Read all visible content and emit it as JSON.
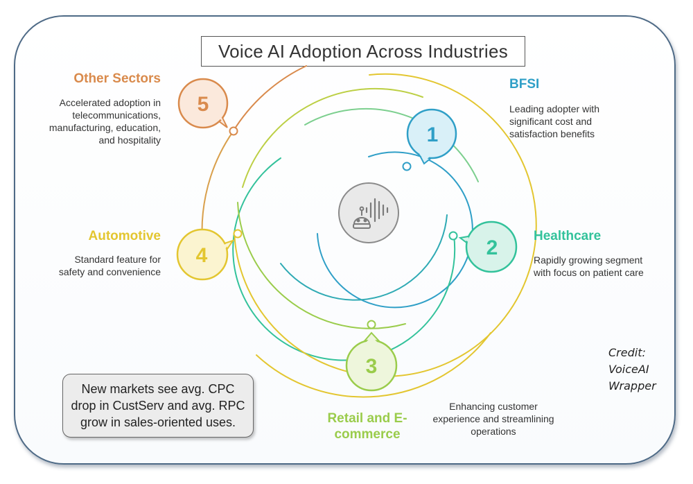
{
  "title": "Voice AI Adoption Across Industries",
  "center_icon": "voice-robot-icon",
  "colors": {
    "blue": "#2f9fc7",
    "teal": "#33c29b",
    "green": "#9acc4b",
    "yellow": "#e3c630",
    "orange": "#d98a4c",
    "border": "#4e6a86"
  },
  "stages": [
    {
      "number": "1",
      "heading": "BFSI",
      "description": [
        "Leading adopter with",
        "significant cost and",
        "satisfaction benefits"
      ],
      "color": "#2f9fc7"
    },
    {
      "number": "2",
      "heading": "Healthcare",
      "description": [
        "Rapidly growing segment",
        "with focus on patient care"
      ],
      "color": "#33c29b"
    },
    {
      "number": "3",
      "heading": [
        "Retail and E-",
        "commerce"
      ],
      "description": [
        "Enhancing customer",
        "experience and streamlining",
        "operations"
      ],
      "color": "#9acc4b"
    },
    {
      "number": "4",
      "heading": "Automotive",
      "description": [
        "Standard feature for",
        "safety and convenience"
      ],
      "color": "#e3c630"
    },
    {
      "number": "5",
      "heading": "Other Sectors",
      "description": [
        "Accelerated adoption in",
        "telecommunications,",
        "manufacturing, education,",
        "and hospitality"
      ],
      "color": "#d98a4c"
    }
  ],
  "note": "New markets see avg. CPC drop in CustServ and avg. RPC grow in sales-oriented uses.",
  "credit": [
    "Credit:",
    "VoiceAI",
    "Wrapper"
  ]
}
